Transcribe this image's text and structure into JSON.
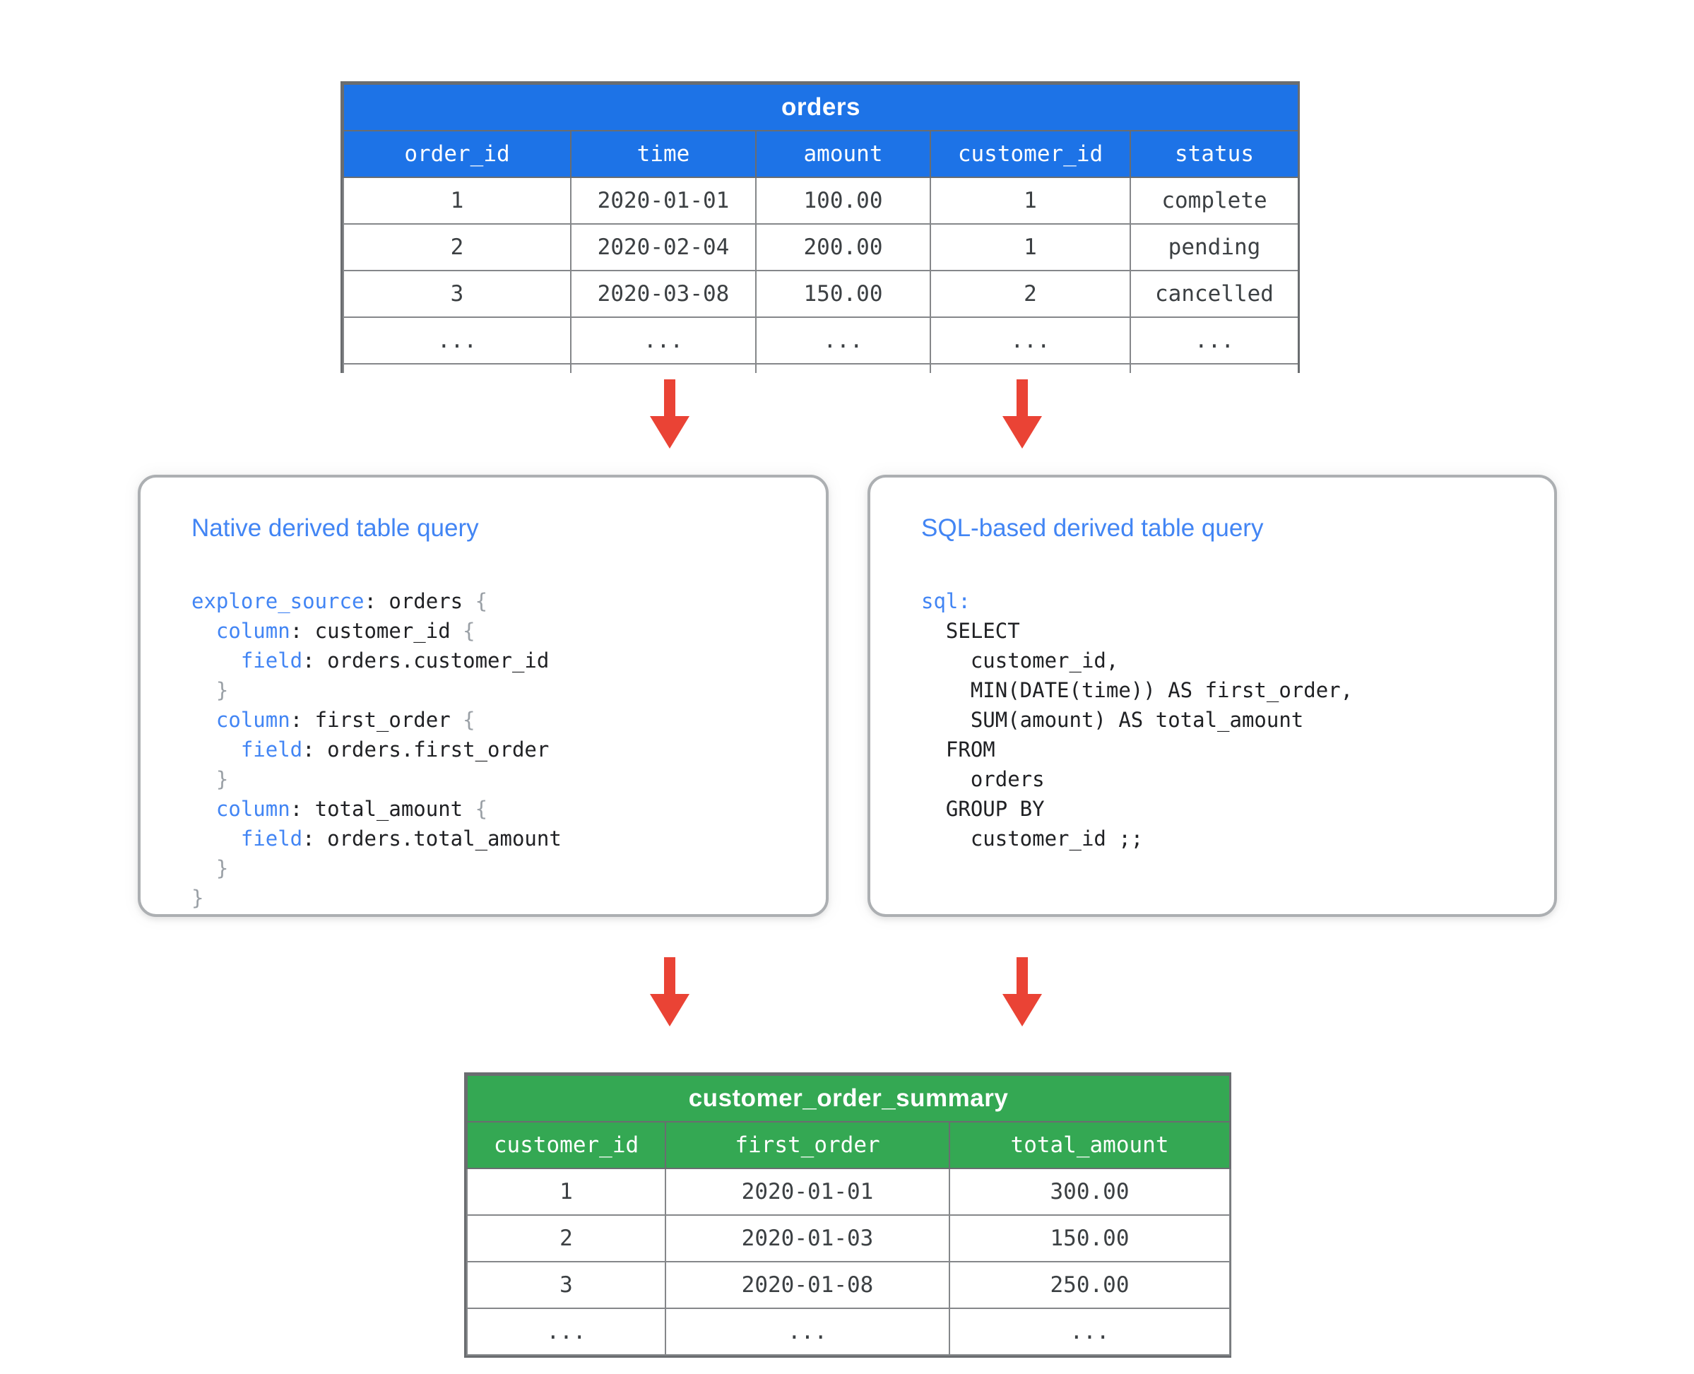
{
  "colors": {
    "table_header_blue": "#1d73e7",
    "table_header_green": "#34a853",
    "arrow_red": "#ea4335",
    "keyword_blue": "#4285f4",
    "brace_gray": "#9aa0a6",
    "border_gray": "#6a6d70"
  },
  "orders_table": {
    "title": "orders",
    "columns": [
      "order_id",
      "time",
      "amount",
      "customer_id",
      "status"
    ],
    "rows": [
      [
        "1",
        "2020-01-01",
        "100.00",
        "1",
        "complete"
      ],
      [
        "2",
        "2020-02-04",
        "200.00",
        "1",
        "pending"
      ],
      [
        "3",
        "2020-03-08",
        "150.00",
        "2",
        "cancelled"
      ],
      [
        "...",
        "...",
        "...",
        "...",
        "..."
      ]
    ],
    "truncated_extra_row": true
  },
  "native_box": {
    "title": "Native derived table query",
    "code": [
      [
        {
          "s": "kw",
          "t": "explore_source"
        },
        {
          "s": "pl",
          "t": ": orders "
        },
        {
          "s": "br",
          "t": "{"
        }
      ],
      [
        {
          "s": "pl",
          "t": "  "
        },
        {
          "s": "kw",
          "t": "column"
        },
        {
          "s": "pl",
          "t": ": customer_id "
        },
        {
          "s": "br",
          "t": "{"
        }
      ],
      [
        {
          "s": "pl",
          "t": "    "
        },
        {
          "s": "kw",
          "t": "field"
        },
        {
          "s": "pl",
          "t": ": orders.customer_id"
        }
      ],
      [
        {
          "s": "br",
          "t": "  }"
        }
      ],
      [
        {
          "s": "pl",
          "t": "  "
        },
        {
          "s": "kw",
          "t": "column"
        },
        {
          "s": "pl",
          "t": ": first_order "
        },
        {
          "s": "br",
          "t": "{"
        }
      ],
      [
        {
          "s": "pl",
          "t": "    "
        },
        {
          "s": "kw",
          "t": "field"
        },
        {
          "s": "pl",
          "t": ": orders.first_order"
        }
      ],
      [
        {
          "s": "br",
          "t": "  }"
        }
      ],
      [
        {
          "s": "pl",
          "t": "  "
        },
        {
          "s": "kw",
          "t": "column"
        },
        {
          "s": "pl",
          "t": ": total_amount "
        },
        {
          "s": "br",
          "t": "{"
        }
      ],
      [
        {
          "s": "pl",
          "t": "    "
        },
        {
          "s": "kw",
          "t": "field"
        },
        {
          "s": "pl",
          "t": ": orders.total_amount"
        }
      ],
      [
        {
          "s": "br",
          "t": "  }"
        }
      ],
      [
        {
          "s": "br",
          "t": "}"
        }
      ]
    ]
  },
  "sql_box": {
    "title": "SQL-based derived table query",
    "code": [
      [
        {
          "s": "kw",
          "t": "sql:"
        }
      ],
      [
        {
          "s": "pl",
          "t": "  SELECT"
        }
      ],
      [
        {
          "s": "pl",
          "t": "    customer_id,"
        }
      ],
      [
        {
          "s": "pl",
          "t": "    MIN(DATE(time)) AS first_order,"
        }
      ],
      [
        {
          "s": "pl",
          "t": "    SUM(amount) AS total_amount"
        }
      ],
      [
        {
          "s": "pl",
          "t": "  FROM"
        }
      ],
      [
        {
          "s": "pl",
          "t": "    orders"
        }
      ],
      [
        {
          "s": "pl",
          "t": "  GROUP BY"
        }
      ],
      [
        {
          "s": "pl",
          "t": "    customer_id ;;"
        }
      ]
    ]
  },
  "summary_table": {
    "title": "customer_order_summary",
    "columns": [
      "customer_id",
      "first_order",
      "total_amount"
    ],
    "rows": [
      [
        "1",
        "2020-01-01",
        "300.00"
      ],
      [
        "2",
        "2020-01-03",
        "150.00"
      ],
      [
        "3",
        "2020-01-08",
        "250.00"
      ],
      [
        "...",
        "...",
        "..."
      ]
    ],
    "truncated_extra_row": false
  }
}
